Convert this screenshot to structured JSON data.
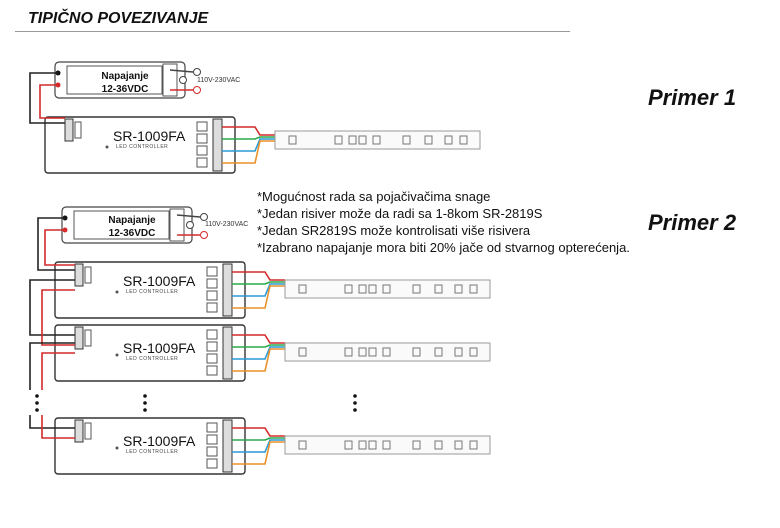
{
  "title": "TIPIČNO POVEZIVANJE",
  "primer1": "Primer 1",
  "primer2": "Primer 2",
  "power_supply": {
    "line1": "Napajanje",
    "line2": "12-36VDC",
    "ac_label": "110V-230VAC"
  },
  "controller": {
    "model": "SR-1009FA",
    "subtitle": "LED CONTROLLER"
  },
  "notes": [
    "*Mogućnost rada sa pojačivačima snage",
    "*Jedan risiver može da radi sa 1-8kom SR-2819S",
    "*Jedan SR2819S može kontrolisati više risivera",
    "*Izabrano napajanje mora biti 20% jače od stvarnog opterećenja."
  ],
  "colors": {
    "red": "#d42a2a",
    "green": "#2aa84a",
    "blue": "#2a9ad4",
    "orange": "#e8902a",
    "black": "#222222"
  }
}
